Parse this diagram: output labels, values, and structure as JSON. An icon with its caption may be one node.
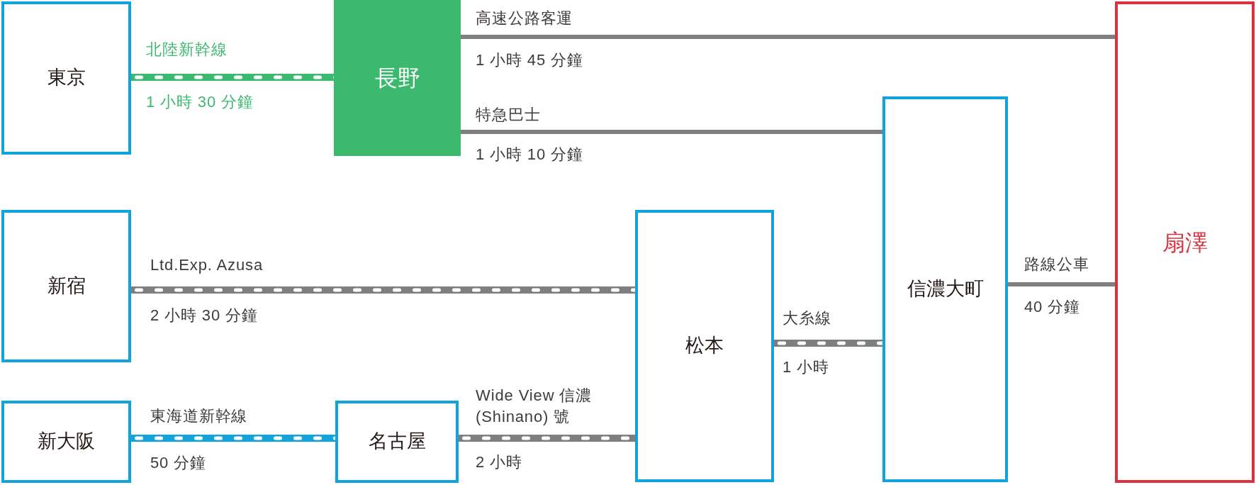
{
  "diagram": {
    "nodes": [
      {
        "text": [
          "東京"
        ]
      },
      {
        "text": [
          "長野"
        ]
      },
      {
        "text": [
          "扇澤"
        ]
      },
      {
        "text": [
          "信濃大町"
        ]
      },
      {
        "text": [
          "新宿"
        ]
      },
      {
        "text": [
          "松本"
        ]
      },
      {
        "text": [
          "新大阪"
        ]
      },
      {
        "text": [
          "名古屋"
        ]
      }
    ],
    "edges": [
      {
        "from": 0,
        "to": 1,
        "arrow": "none",
        "label": "北陸新幹線",
        "style": "dashed",
        "color": "#3cb96f"
      },
      {
        "from": 1,
        "to": 2,
        "arrow": "none",
        "label": "高速公路客運"
      },
      {
        "from": 1,
        "to": 3,
        "arrow": "none",
        "label": "特急巴士"
      },
      {
        "from": 4,
        "to": 5,
        "arrow": "none",
        "label": "Ltd.Exp. Azusa",
        "style": "dashed"
      },
      {
        "from": 6,
        "to": 7,
        "arrow": "none",
        "label": "東海道新幹線",
        "style": "dashed",
        "color": "#0fa5dc"
      },
      {
        "from": 7,
        "to": 5,
        "arrow": "none",
        "label": "Wide View 信濃 (Shinano) 號",
        "style": "dashed"
      },
      {
        "from": 5,
        "to": 3,
        "arrow": "none",
        "label": "大糸線",
        "style": "dashed"
      },
      {
        "from": 3,
        "to": 2,
        "arrow": "none",
        "label": "路線公車"
      }
    ],
    "labels": [
      "1 小時 30 分鐘",
      "1 小時 45 分鐘",
      "1 小時 10 分鐘",
      "2 小時 30 分鐘",
      "50 分鐘",
      "2 小時",
      "1 小時",
      "40 分鐘"
    ]
  }
}
